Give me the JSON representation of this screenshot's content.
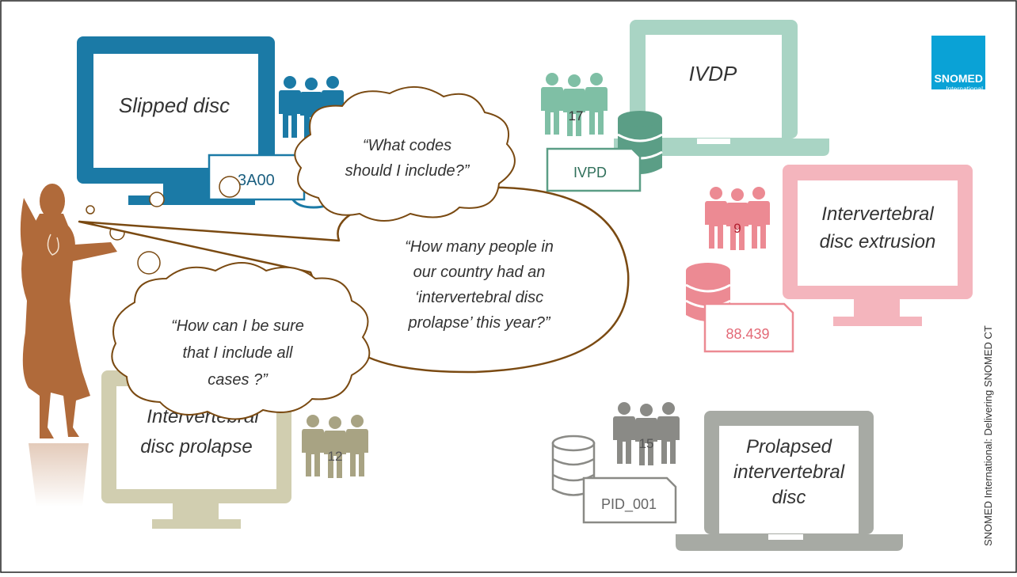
{
  "colors": {
    "blue": "#1b7aa6",
    "teal": "#a9d4c4",
    "teal_dark": "#5b9e86",
    "pink": "#f4b5bd",
    "pink_dark": "#ec8a93",
    "khaki": "#d1ceb0",
    "khaki_dark": "#a8a383",
    "grey": "#a7aaa4",
    "grey_dark": "#8a8a86",
    "silhouette": "#b06a3a",
    "bubble_stroke": "#7a4a12"
  },
  "logo": {
    "line1": "SNOMED",
    "line2": "International"
  },
  "side_text": "SNOMED International: Delivering SNOMED CT",
  "systems": {
    "blue": {
      "title": "Slipped disc",
      "count": "",
      "code": "3A00"
    },
    "teal": {
      "title": "IVDP",
      "count": "17",
      "code": "IVPD"
    },
    "pink": {
      "title_line1": "Intervertebral",
      "title_line2": "disc extrusion",
      "count": "9",
      "code": "88.439"
    },
    "khaki": {
      "title_line1": "Intervertebral",
      "title_line2": "disc prolapse",
      "count": "12"
    },
    "grey": {
      "title_line1": "Prolapsed",
      "title_line2": "intervertebral",
      "title_line3": "disc",
      "count": "15",
      "code": "PID_001"
    }
  },
  "bubbles": {
    "codes": {
      "line1": "“What codes",
      "line2": "should I include?”"
    },
    "speech": {
      "line1": "“How many people in",
      "line2": "our country had an",
      "line3": "‘intervertebral disc",
      "line4": "prolapse’ this year?”"
    },
    "sure": {
      "line1": "“How can I be sure",
      "line2": "that I include all",
      "line3": "cases ?”"
    }
  }
}
